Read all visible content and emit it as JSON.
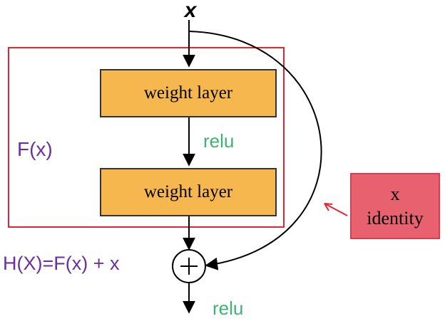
{
  "input": {
    "symbol": "x"
  },
  "residual_block": {
    "name": "F(x)",
    "frame_color": "#e52530",
    "layers": [
      {
        "label": "weight layer",
        "color": "#f7b74f"
      },
      {
        "label": "weight layer",
        "color": "#f7b74f"
      }
    ],
    "activation": "relu"
  },
  "shortcut": {
    "line1": "x",
    "line2": "identity",
    "box_color": "#e8616f",
    "pointer_color": "#e52530"
  },
  "merge": {
    "equation": "H(X)=F(x) + x",
    "operator_symbol": "plus-circle-icon"
  },
  "output": {
    "activation": "relu"
  },
  "colors": {
    "function_text": "#6b2fa0",
    "activation_text": "#3cb371",
    "arrows": "#000000"
  }
}
